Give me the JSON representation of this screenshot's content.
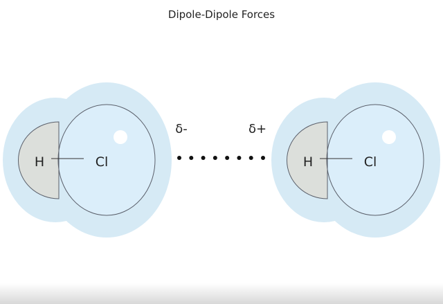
{
  "title": "Dipole-Dipole Forces",
  "molecules": [
    {
      "atom1": "H",
      "atom2": "Cl"
    },
    {
      "atom1": "H",
      "atom2": "Cl"
    }
  ],
  "charges": {
    "negative": "δ-",
    "positive": "δ+"
  },
  "colors": {
    "halo": "#d5e9f4",
    "cl_fill": "#dcefFa",
    "h_fill": "#dcdfdc",
    "outline": "#555a66",
    "dot": "#111111"
  },
  "dot_count": 8
}
